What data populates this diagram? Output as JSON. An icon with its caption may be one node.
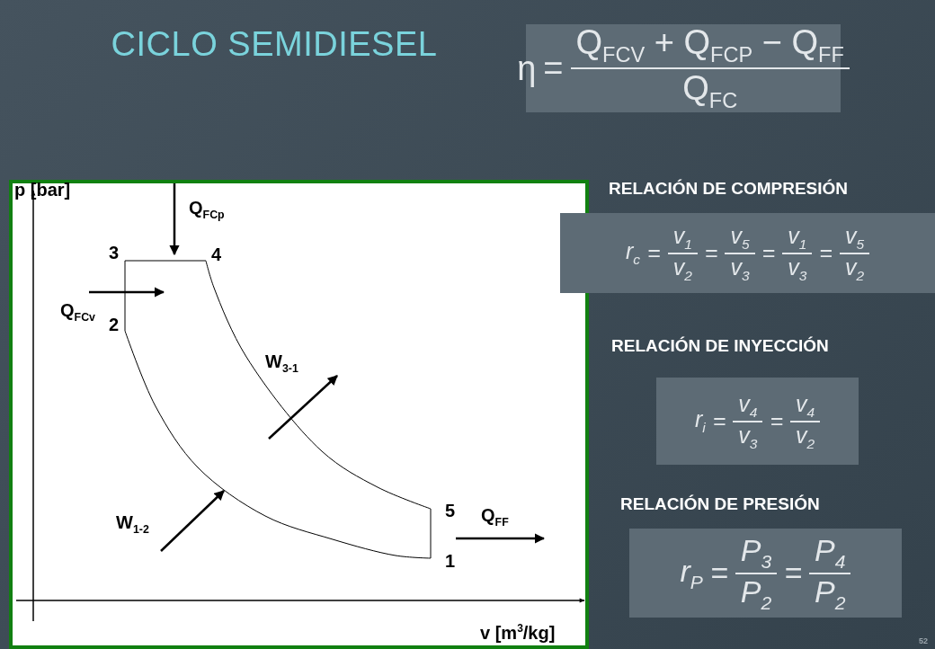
{
  "diagram": {
    "title": "CICLO SEMIDIESEL",
    "nodes": [
      {
        "text": [
          "η",
          "=",
          "Q$_{FCV}$ + Q$_{FCP}$ − Q$_{FF}$",
          "Q$_{FC}$"
        ]
      },
      {
        "text": [
          "p [bar]",
          "Q$_{FCp}$",
          "3",
          "4",
          "Q$_{FCv}$",
          "2",
          "W$_{3-1}$",
          "W$_{1-2}$",
          "5",
          "Q$_{FF}$",
          "1",
          "v [m$^{3}$/kg]"
        ]
      },
      {
        "text": [
          "RELACIÓN DE COMPRESIÓN",
          "r$_{c}$",
          "=",
          "v$_{1}$",
          "v$_{2}$",
          "=",
          "v$_{5}$",
          "v$_{3}$",
          "=",
          "v$_{1}$",
          "v$_{3}$",
          "=",
          "v$_{5}$",
          "v$_{2}$"
        ]
      },
      {
        "text": [
          "RELACIÓN DE INYECCIÓN",
          "r$_{i}$",
          "=",
          "v$_{4}$",
          "v$_{3}$",
          "=",
          "v$_{4}$",
          "v$_{2}$"
        ]
      },
      {
        "text": [
          "RELACIÓN DE PRESIÓN",
          "r$_{P}$",
          "=",
          "P$_{3}$",
          "P$_{2}$",
          "=",
          "P$_{4}$",
          "P$_{2}$"
        ]
      }
    ],
    "labels": [
      "52"
    ]
  }
}
